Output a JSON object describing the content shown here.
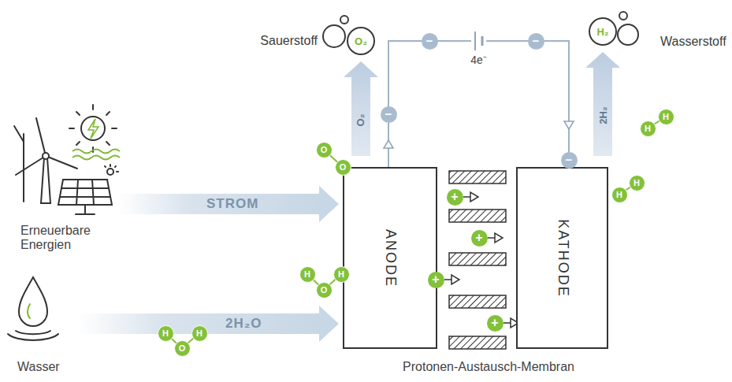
{
  "diagram": {
    "nodes": [
      {
        "text": [
          "Sauerstoff",
          "O₂"
        ]
      },
      {
        "text": [
          "H₂",
          "Wasserstoff"
        ]
      },
      {
        "text": [
          "ANODE"
        ]
      },
      {
        "text": [
          "KATHODE"
        ]
      }
    ],
    "edges": [
      {
        "from": 2,
        "to": 0,
        "label": "O₂",
        "arrow": "to"
      },
      {
        "from": 3,
        "to": 1,
        "label": "2H₂",
        "arrow": "to"
      },
      {
        "from": 2,
        "to": 3,
        "label": "4e⁻",
        "arrow": "to"
      }
    ],
    "labels": [
      "STROM",
      "2H₂O",
      "Erneuerbare Energien",
      "Wasser",
      "Protonen-Austausch-Membran",
      "O",
      "O",
      "H",
      "O",
      "H",
      "H",
      "O",
      "H",
      "H",
      "H",
      "H",
      "H",
      "−",
      "−",
      "−",
      "−",
      "+",
      "+",
      "+",
      "+"
    ]
  }
}
